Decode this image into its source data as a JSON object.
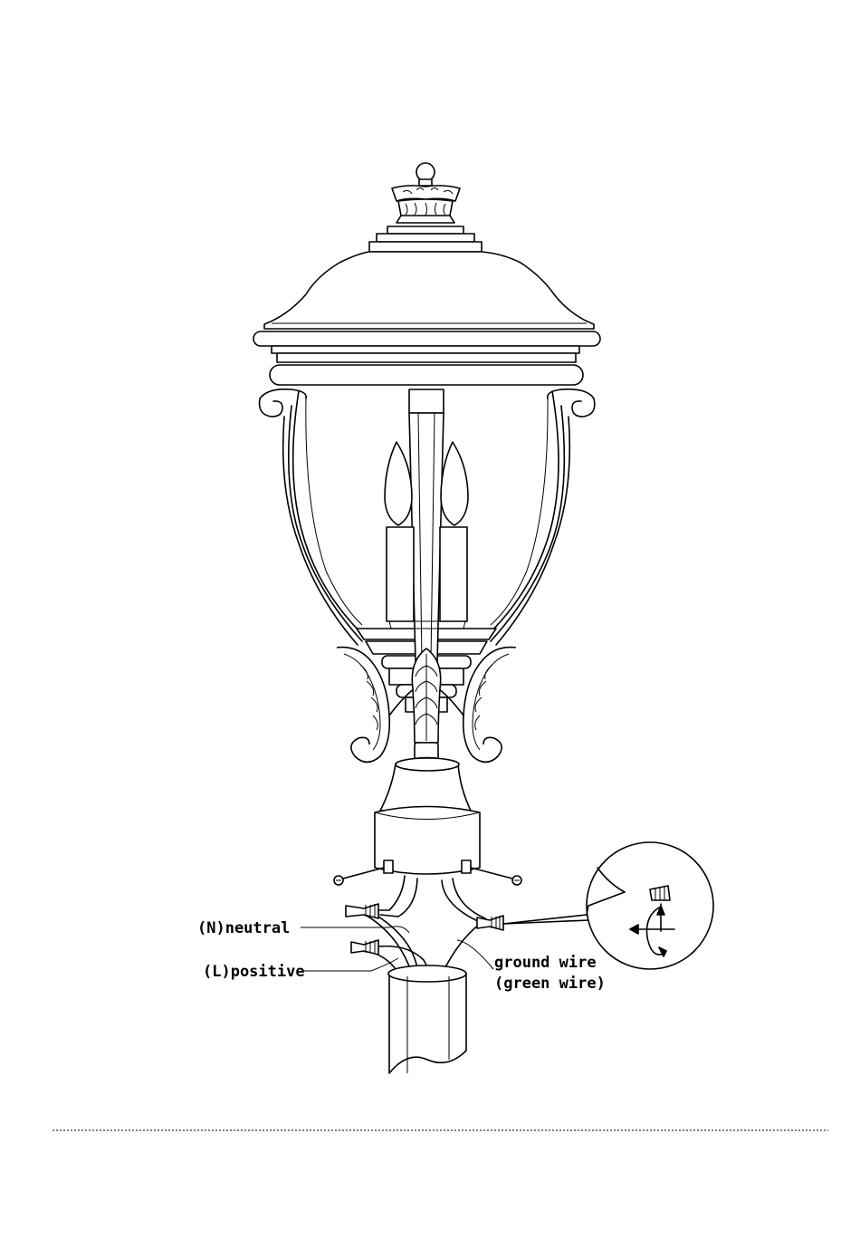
{
  "labels": {
    "neutral": "(N)neutral",
    "positive": "(L)positive",
    "ground_line1": "ground wire",
    "ground_line2": "(green wire)"
  },
  "colors": {
    "line": "#000000",
    "background": "#ffffff"
  },
  "icons": [
    "wire-nut-icon",
    "screw-icon",
    "rotation-arrow-icon"
  ]
}
